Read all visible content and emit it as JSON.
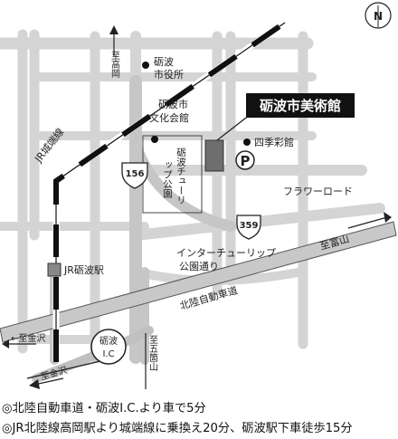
{
  "north": "N",
  "route_labels": {
    "to_takaoka": "至高岡",
    "to_toyama": "至富山",
    "to_kanazawa_west": "至金沢",
    "to_kanazawa_ic": "至金沢",
    "to_gokayama": "至五箇山"
  },
  "rail": {
    "name": "JR城端線",
    "station": "JR砺波駅"
  },
  "roads": {
    "expressway": "北陸自動車道",
    "route_156": "156",
    "route_359": "359",
    "flower_road": "フラワーロード",
    "interchange_street": "インターチューリップ公園通り"
  },
  "places": {
    "city_hall": "砺波市役所",
    "bunka_kaikan": "砺波市文化会館",
    "tulip_park": "砺波チューリップ公園",
    "shikisaikan": "四季彩館",
    "museum": "砺波市美術館",
    "parking": "P",
    "ic": "砺波I.C"
  },
  "captions": [
    "◎北陸自動車道・砺波I.C.より車で5分",
    "◎JR北陸線高岡駅より城端線に乗換え20分、砺波駅下車徒歩15分"
  ]
}
